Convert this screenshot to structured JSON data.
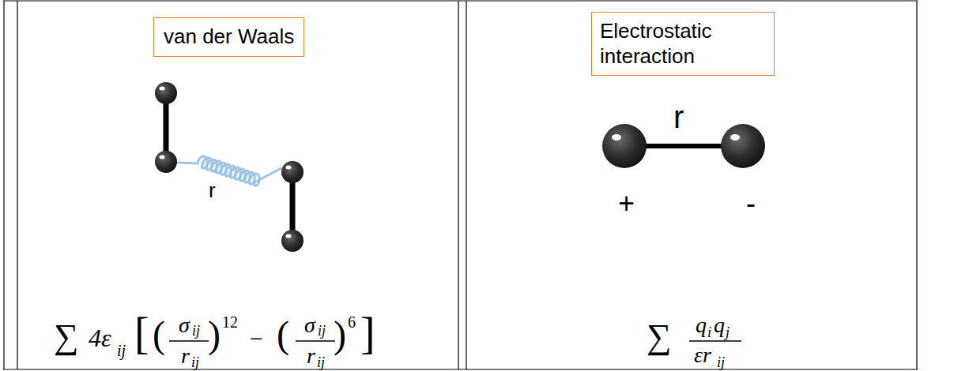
{
  "diagram": {
    "nodes": [
      {
        "text": [
          "van der Waals"
        ]
      },
      {
        "text": [
          "Electrostatic interaction"
        ]
      }
    ],
    "labels": [
      "r",
      "∑",
      "4ε",
      "ij",
      "[",
      "(",
      "σ",
      "ij",
      "r",
      "ij",
      ")",
      "12",
      "−",
      "(",
      "σ",
      "ij",
      "r",
      "ij",
      ")",
      "6",
      "]",
      "r",
      "+",
      "-",
      "∑",
      "q",
      "i",
      "q",
      "j",
      "εr",
      "ij"
    ]
  }
}
